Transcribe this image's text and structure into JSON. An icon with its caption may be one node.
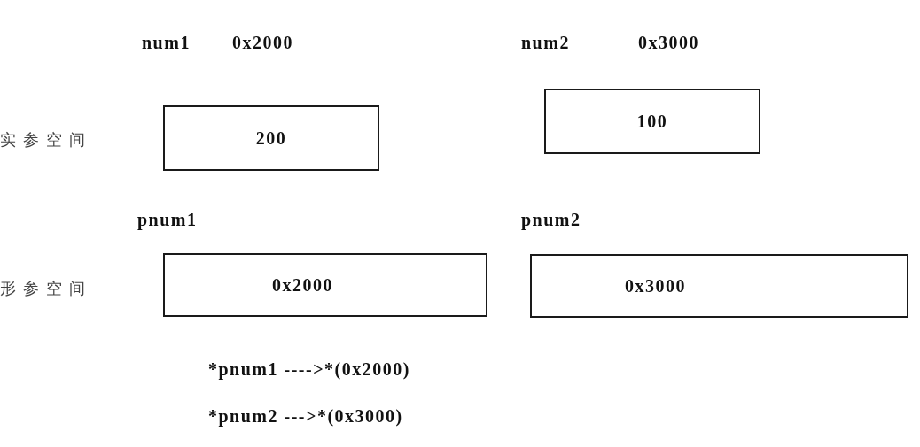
{
  "diagram": {
    "nodes": [
      {
        "text": [
          "num1",
          "200"
        ],
        "beside": [
          "0x2000"
        ]
      },
      {
        "text": [
          "num2",
          "100"
        ],
        "beside": [
          "0x3000"
        ]
      },
      {
        "text": [
          "pnum1",
          "0x2000"
        ]
      },
      {
        "text": [
          "pnum2",
          "0x3000"
        ]
      }
    ],
    "labels": [
      "实参空间",
      "形参空间",
      "*pnum1 ---->*(0x2000)",
      "*pnum2 --->*(0x3000)"
    ]
  }
}
